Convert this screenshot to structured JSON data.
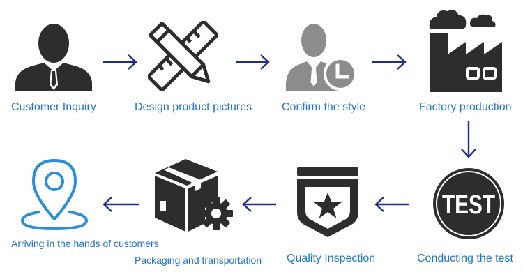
{
  "steps": [
    {
      "label": "Customer Inquiry",
      "icon": "businessman-icon"
    },
    {
      "label": "Design product pictures",
      "icon": "pencil-ruler-icon"
    },
    {
      "label": "Confirm the style",
      "icon": "person-clock-icon"
    },
    {
      "label": "Factory production",
      "icon": "factory-icon"
    },
    {
      "label": "Conducting the test",
      "icon": "test-badge-icon",
      "badge_text": "TEST"
    },
    {
      "label": "Quality Inspection",
      "icon": "star-shield-icon"
    },
    {
      "label": "Packaging and transportation",
      "icon": "box-gear-icon"
    },
    {
      "label": "Arriving in the hands of customers",
      "icon": "location-pin-icon"
    }
  ],
  "colors": {
    "icon_dark": "#2d2d2d",
    "icon_grey": "#8c8c8c",
    "label_blue": "#1f74c6",
    "arrow_navy": "#1f2e8a",
    "pin_blue": "#2a8fd8"
  }
}
